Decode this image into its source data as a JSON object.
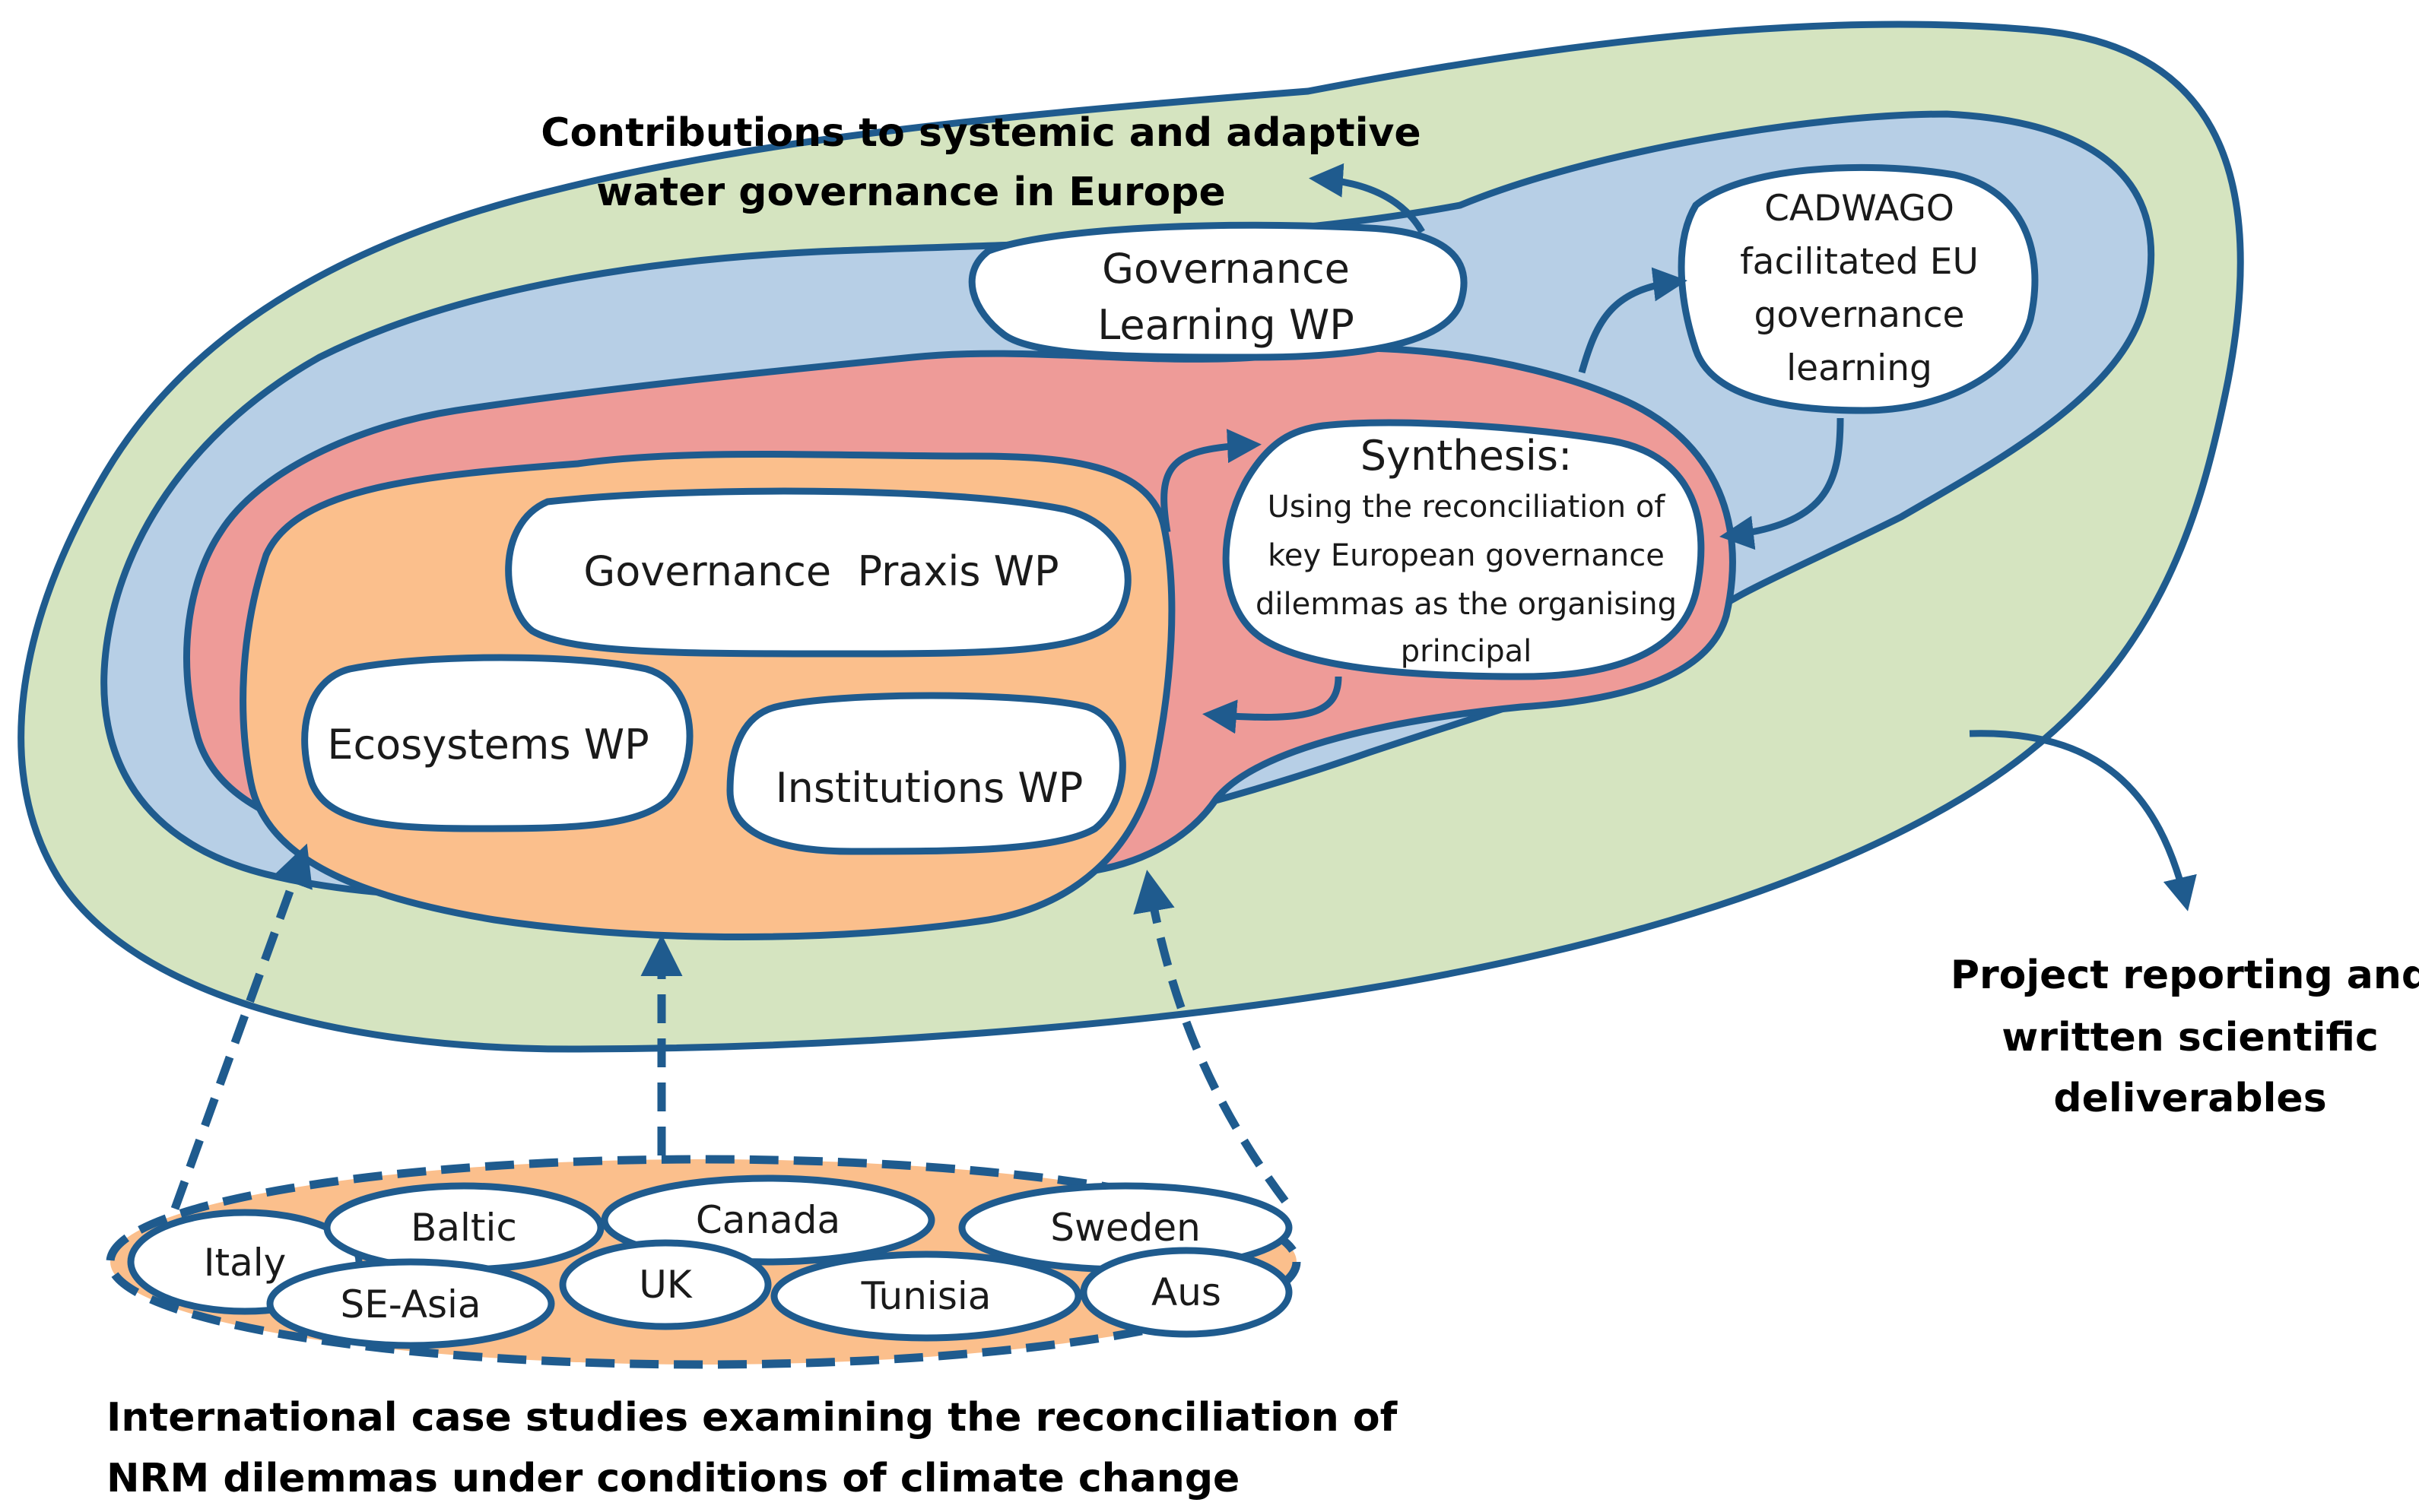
{
  "colors": {
    "outline": "#1f5b8e",
    "outer_region": "#d5e4c0",
    "blue_region": "#b7cfe6",
    "red_region": "#ee9b98",
    "orange_region": "#fbbf8c",
    "bubble": "#ffffff"
  },
  "outer_label": {
    "line1": "Contributions to systemic and adaptive",
    "line2": "water governance in Europe"
  },
  "governance_learning": {
    "line1": "Governance",
    "line2": "Learning WP"
  },
  "cadwago": {
    "line1": "CADWAGO",
    "line2": "facilitated EU",
    "line3": "governance",
    "line4": "learning"
  },
  "synthesis": {
    "title": "Synthesis:",
    "line1": "Using the reconciliation of",
    "line2": "key European governance",
    "line3": "dilemmas as the organising",
    "line4": "principal"
  },
  "praxis": "Governance  Praxis WP",
  "ecosystems": "Ecosystems WP",
  "institutions": "Institutions WP",
  "reporting": {
    "line1": "Project reporting and",
    "line2": "written scientific",
    "line3": "deliverables"
  },
  "case_studies": {
    "italy": "Italy",
    "baltic": "Baltic",
    "canada": "Canada",
    "sweden": "Sweden",
    "se_asia": "SE-Asia",
    "uk": "UK",
    "tunisia": "Tunisia",
    "aus": "Aus"
  },
  "case_label": {
    "line1": "International case studies examining the reconciliation of",
    "line2": "NRM dilemmas under conditions of climate change"
  }
}
